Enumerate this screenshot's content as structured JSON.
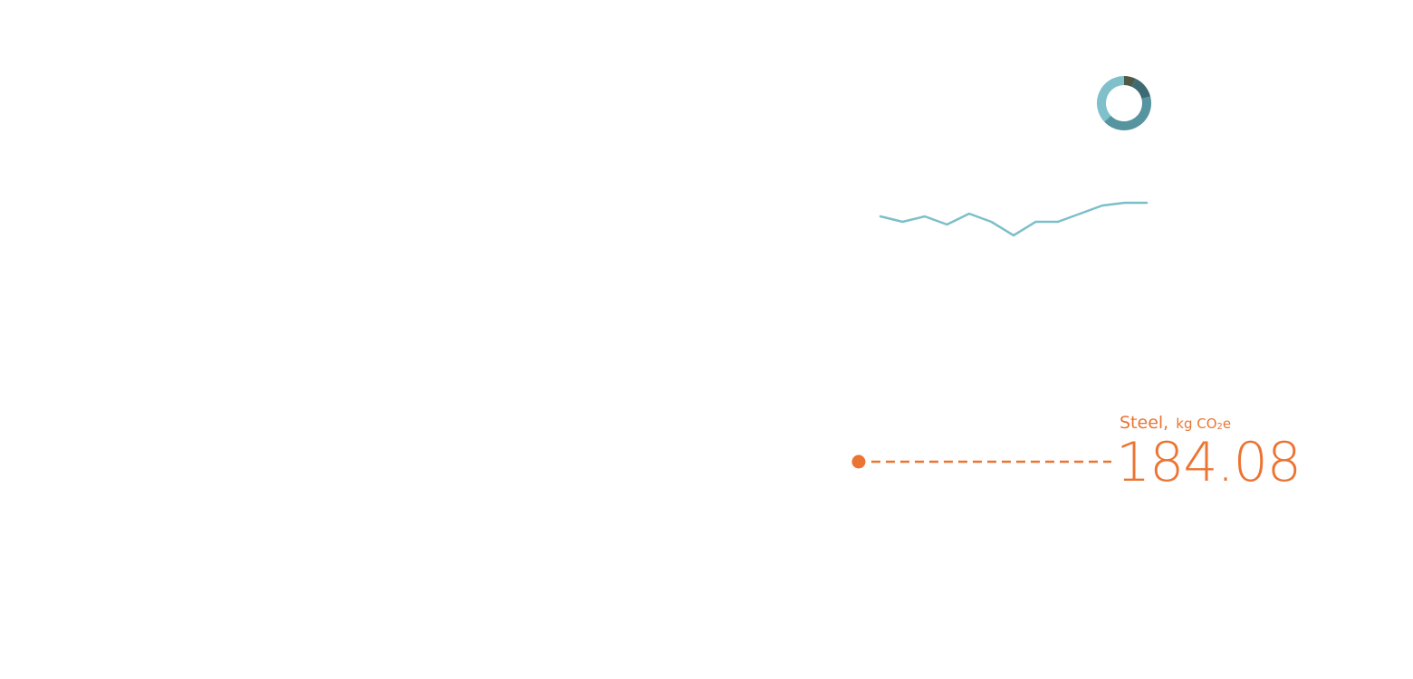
{
  "colors": {
    "accent": "#ec7433",
    "line": "#7bbfc9",
    "donut_light": "#7fc0ca",
    "donut_mid": "#56949f",
    "donut_dark": "#3e6b73",
    "donut_darkest": "#4d5a45"
  },
  "callout": {
    "material": "Steel,",
    "unit_prefix": "kg CO",
    "unit_sub": "2",
    "unit_suffix": "e",
    "value": "184.08"
  },
  "chart_data": [
    {
      "type": "pie",
      "title": "",
      "slices": [
        {
          "value": 7
        },
        {
          "value": 14
        },
        {
          "value": 42
        },
        {
          "value": 37
        }
      ]
    },
    {
      "type": "line",
      "title": "",
      "xlabel": "",
      "ylabel": "",
      "x": [
        1,
        2,
        3,
        4,
        5,
        6,
        7,
        8,
        9,
        10,
        11,
        12,
        13
      ],
      "series": [
        {
          "values": [
            6.7,
            6.5,
            6.7,
            6.4,
            6.8,
            6.5,
            6.0,
            6.5,
            6.5,
            6.8,
            7.1,
            7.2,
            7.2
          ]
        }
      ],
      "ylim": [
        5,
        8
      ]
    }
  ]
}
